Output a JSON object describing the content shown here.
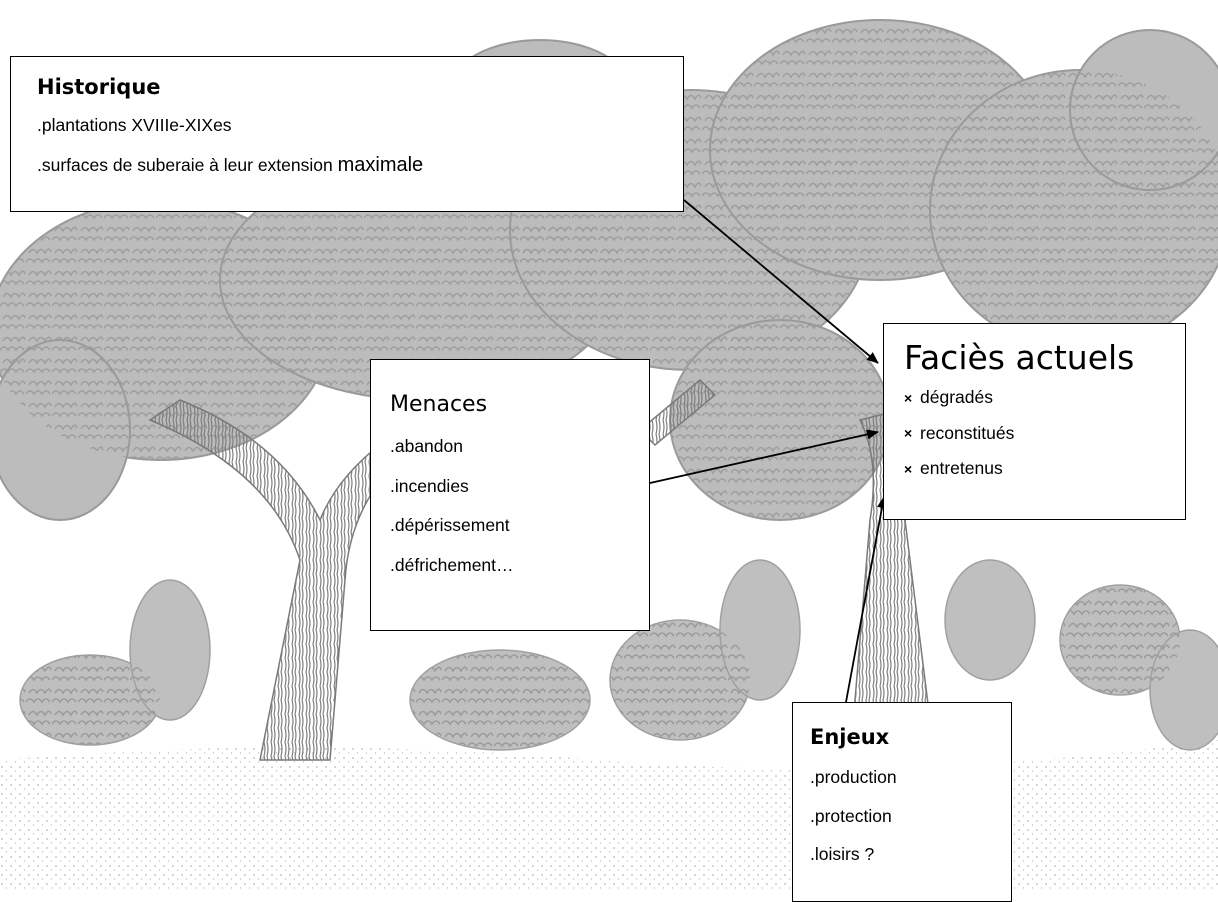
{
  "historique": {
    "title": "Historique",
    "items": [
      {
        "main": ".plantations XVIIIe-XIXes",
        "big": ""
      },
      {
        "main": ".surfaces de suberaie à leur extension ",
        "big": "maximale"
      }
    ]
  },
  "menaces": {
    "title": "Menaces",
    "items": [
      ".abandon",
      ".incendies",
      ".dépérissement",
      ".défrichement…"
    ]
  },
  "facies": {
    "title": "Faciès actuels",
    "bullet": "×",
    "items": [
      "dégradés",
      "reconstitués",
      "entretenus"
    ]
  },
  "enjeux": {
    "title": "Enjeux",
    "items": [
      ".production",
      ".protection",
      ".loisirs ?"
    ]
  },
  "colors": {
    "illustration": "#b3b3b3",
    "illustration_dark": "#8f8f8f",
    "box_border": "#000000",
    "arrow": "#000000"
  }
}
